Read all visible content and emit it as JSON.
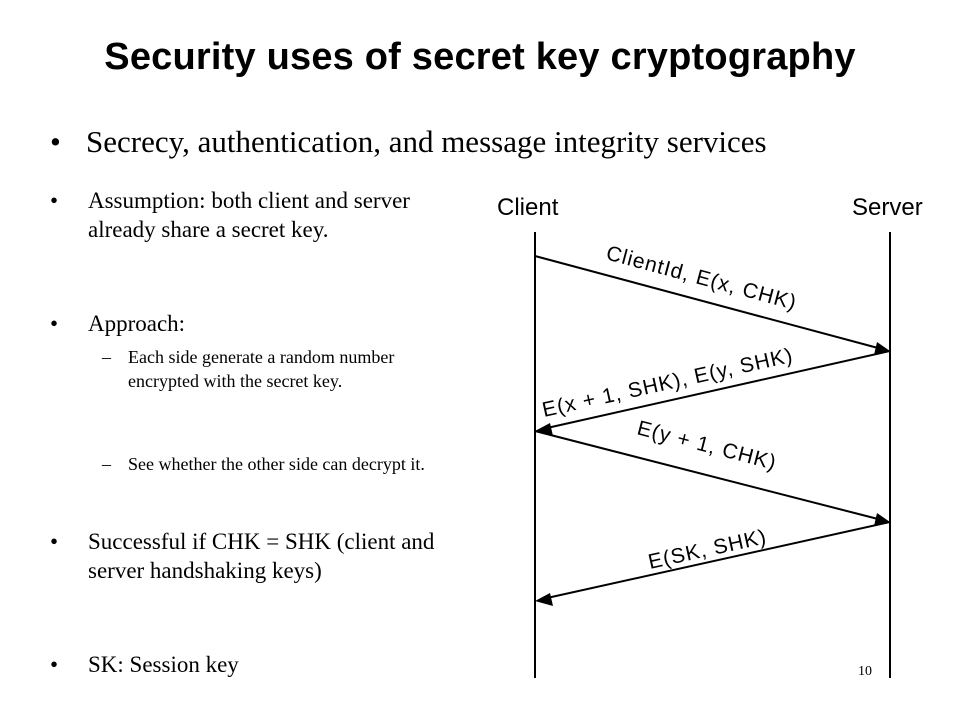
{
  "slide": {
    "title": "Security uses of secret key cryptography",
    "main_bullet": "Secrecy, authentication, and message integrity services",
    "bullets": [
      {
        "text": "Assumption: both client and server already share a secret key."
      },
      {
        "text": "Approach:"
      },
      {
        "text": "Each side generate a random number encrypted with the secret key."
      },
      {
        "text": "See whether the other side can decrypt it."
      },
      {
        "text": "Successful if CHK = SHK (client and server handshaking keys)"
      },
      {
        "text": "SK: Session key"
      }
    ],
    "bullet_symbol": "•",
    "dash_symbol": "–",
    "page_number": "10"
  },
  "diagram": {
    "client_label": "Client",
    "server_label": "Server",
    "messages": [
      {
        "label": "ClientId, E(x, CHK)",
        "direction": "client-to-server"
      },
      {
        "label": "E(x + 1, SHK), E(y, SHK)",
        "direction": "server-to-client"
      },
      {
        "label": "E(y + 1, CHK)",
        "direction": "client-to-server"
      },
      {
        "label": "E(SK, SHK)",
        "direction": "server-to-client"
      }
    ]
  }
}
